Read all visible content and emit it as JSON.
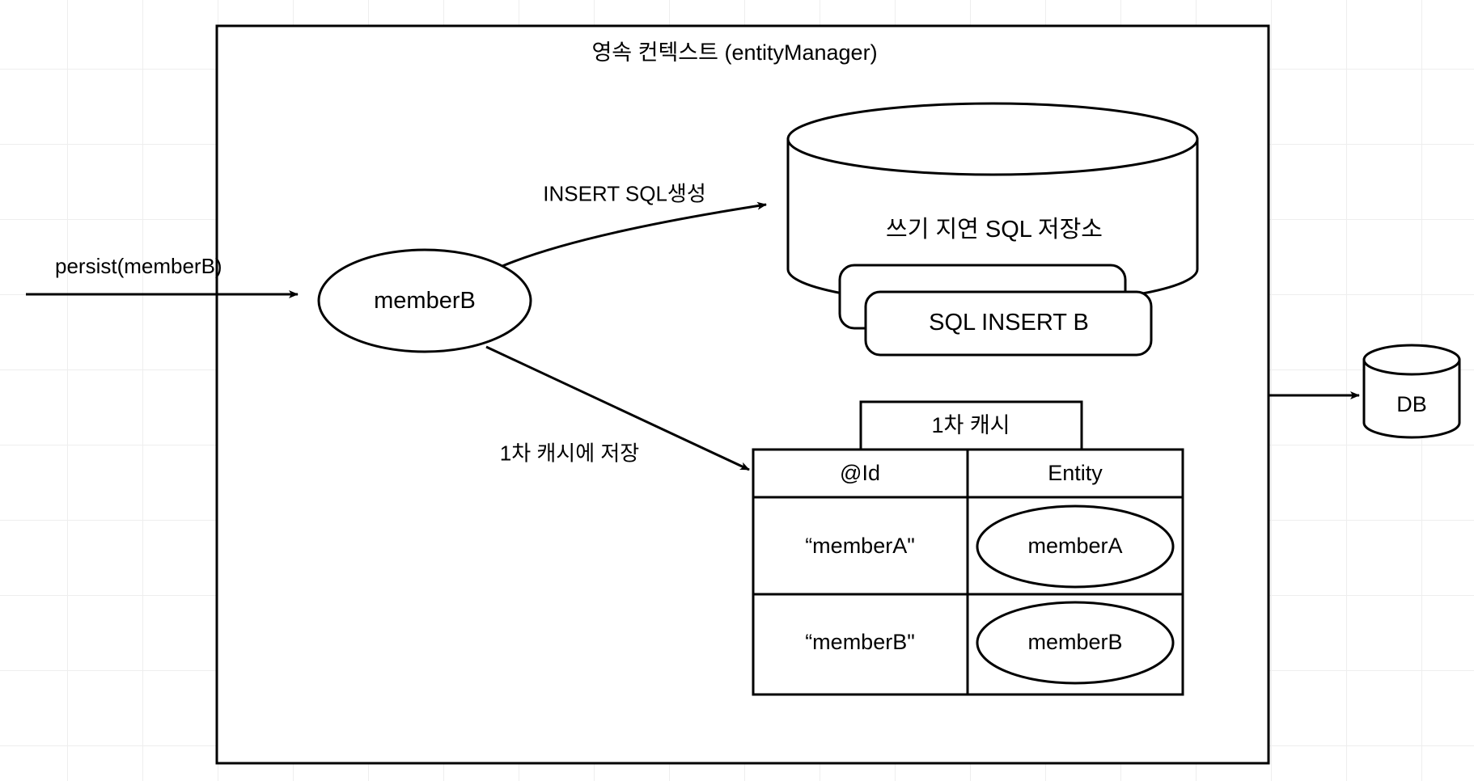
{
  "diagram": {
    "type": "flowchart",
    "title": "영속 컨텍스트 (entityManager)",
    "context_box": {
      "label": "영속 컨텍스트 (entityManager)"
    },
    "entry_edge": {
      "label": "persist(memberB)"
    },
    "entity_node": {
      "label": "memberB"
    },
    "edges": [
      {
        "id": "edge-insert-sql",
        "label": "INSERT SQL생성",
        "from": "memberB",
        "to": "쓰기 지연 SQL 저장소"
      },
      {
        "id": "edge-first-cache",
        "label": "1차 캐시에 저장",
        "from": "memberB",
        "to": "1차 캐시"
      }
    ],
    "sql_store": {
      "label": "쓰기 지연 SQL 저장소",
      "queued_statements": [
        {
          "label": "",
          "name": "sql-insert-a-card"
        },
        {
          "label": "SQL INSERT B",
          "name": "sql-insert-b-card"
        }
      ]
    },
    "first_cache": {
      "title": "1차 캐시",
      "columns": [
        "@Id",
        "Entity"
      ],
      "rows": [
        {
          "id": "“memberA\"",
          "entity": "memberA"
        },
        {
          "id": "“memberB\"",
          "entity": "memberB"
        }
      ]
    },
    "database": {
      "label": "DB"
    },
    "colors": {
      "stroke": "#000000",
      "fill": "#ffffff",
      "grid": "#eeeeee",
      "background": "#ffffff"
    }
  }
}
